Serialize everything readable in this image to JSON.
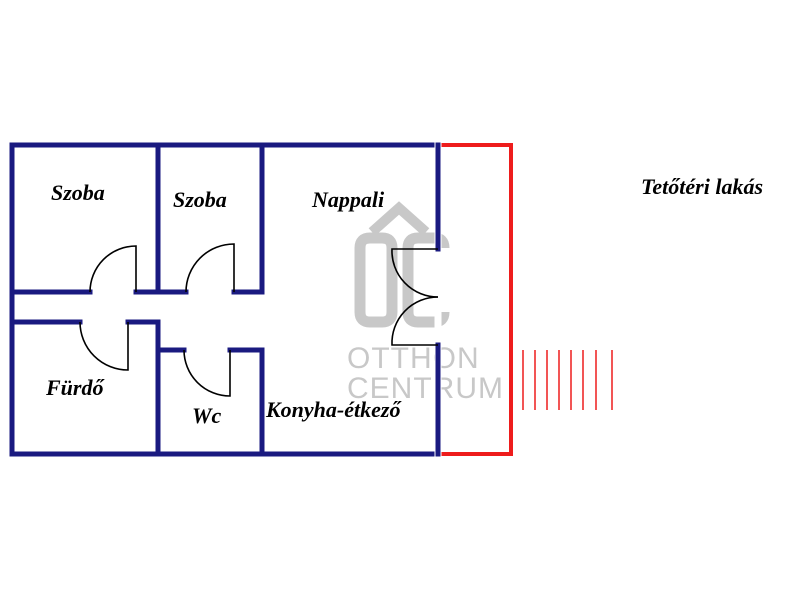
{
  "title": "Tetőtéri lakás",
  "rooms": {
    "szoba_1": "Szoba",
    "szoba_2": "Szoba",
    "nappali": "Nappali",
    "furdo": "Fürdő",
    "wc": "Wc",
    "konyha": "Konyha-étkező"
  },
  "watermark": {
    "logo": "ÔC",
    "line1": "OTTHON",
    "line2": "CENTRUM"
  },
  "colors": {
    "wall": "#1a1a80",
    "terrace": "#ee1c1c",
    "door": "#000000",
    "watermark": "#c8c8c8"
  }
}
